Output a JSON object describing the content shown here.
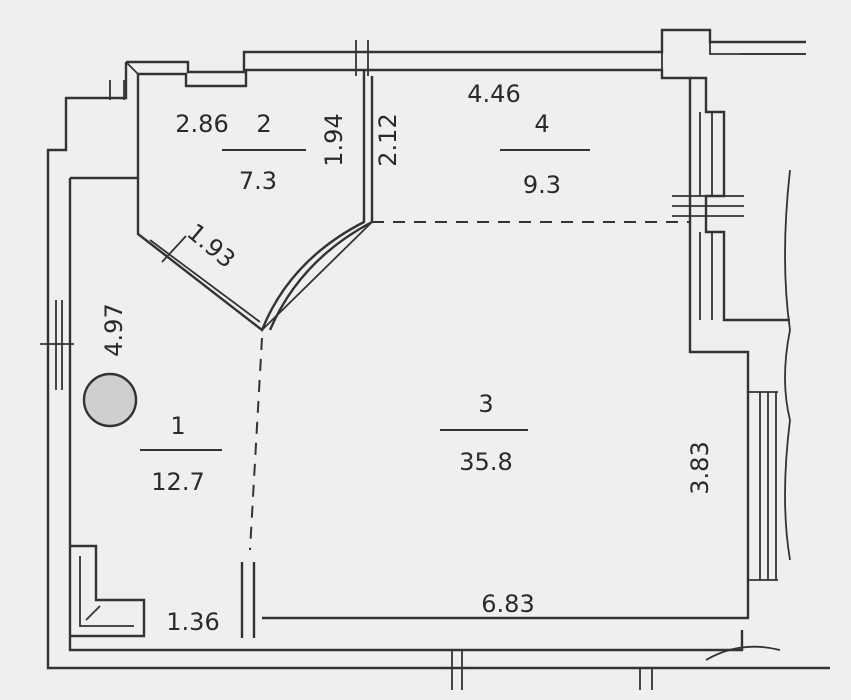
{
  "rooms": [
    {
      "number": "1",
      "area": "12.7"
    },
    {
      "number": "2",
      "area": "7.3"
    },
    {
      "number": "3",
      "area": "35.8"
    },
    {
      "number": "4",
      "area": "9.3"
    }
  ],
  "dimensions": {
    "room2_width": "2.86",
    "room2_height": "1.94",
    "room2_diagonal": "1.93",
    "room4_height": "2.12",
    "room4_width": "4.46",
    "room1_height": "4.97",
    "room1_bottom": "1.36",
    "room3_bottom": "6.83",
    "room3_right": "3.83"
  }
}
